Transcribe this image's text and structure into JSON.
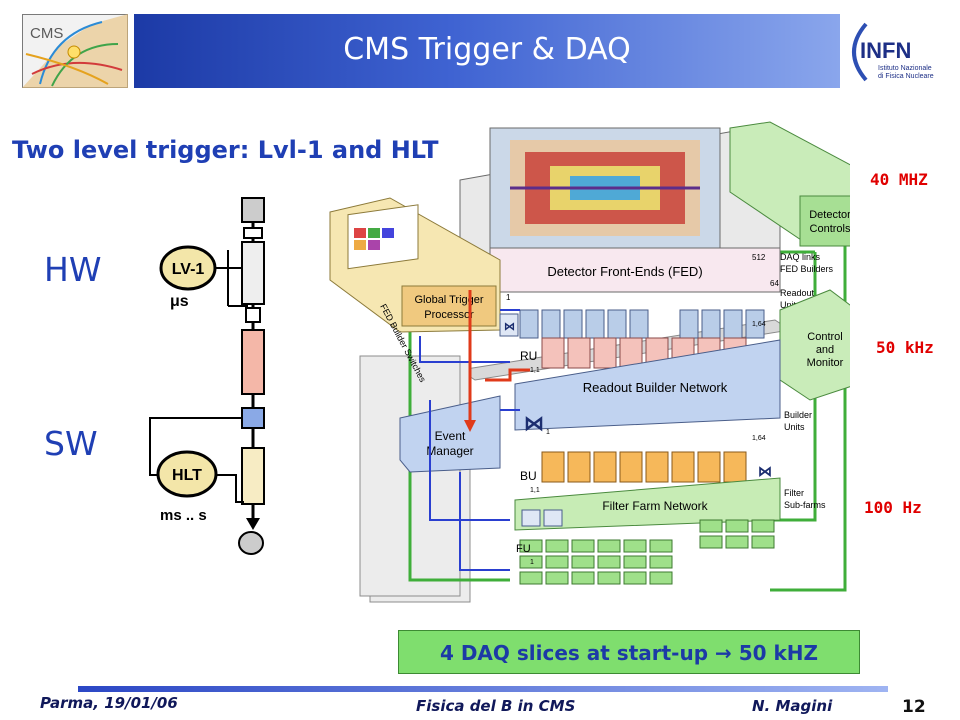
{
  "slide": {
    "title": "CMS Trigger & DAQ",
    "subtitle": "Two level trigger: Lvl-1 and HLT",
    "hw_label": "HW",
    "sw_label": "SW",
    "callout": "4 DAQ slices at start-up  →  50 kHZ"
  },
  "logos": {
    "cms_text": "CMS",
    "infn_text": "INFN",
    "infn_subtitle_1": "Istituto Nazionale",
    "infn_subtitle_2": "di Fisica Nucleare"
  },
  "trigger_chain": {
    "lv1_label": "LV-1",
    "lv1_time": "μs",
    "hlt_label": "HLT",
    "hlt_time": "ms .. s"
  },
  "rates": {
    "rate_40mhz": "40 MHZ",
    "rate_50khz": "50 kHz",
    "rate_100hz": "100 Hz"
  },
  "diagram": {
    "fed": "Detector Front-Ends (FED)",
    "fed_512": "512",
    "fed_64": "64",
    "fed_1": "1",
    "detector_controls_1": "Detector",
    "detector_controls_2": "Controls",
    "global_trigger_1": "Global Trigger",
    "global_trigger_2": "Processor",
    "fed_builder_switches": "FED Builder Switches",
    "daq_links": "DAQ links",
    "fed_builders": "FED Builders",
    "readout_units_1": "Readout",
    "readout_units_2": "Units",
    "ru": "RU",
    "ru_index": "1,1",
    "ru_164": "1,64",
    "control_monitor_1": "Control",
    "control_monitor_2": "and",
    "control_monitor_3": "Monitor",
    "readout_builder_network": "Readout Builder Network",
    "event_manager_1": "Event",
    "event_manager_2": "Manager",
    "builder_units_1": "Builder",
    "builder_units_2": "Units",
    "bu": "BU",
    "bu_index": "1,1",
    "bu_164": "1,64",
    "filter_farm_network": "Filter Farm Network",
    "filter_subfarms_1": "Filter",
    "filter_subfarms_2": "Sub-farms",
    "fu": "FU",
    "index_1": "1",
    "index_1b": "1"
  },
  "footer": {
    "left": "Parma, 19/01/06",
    "center": "Fisica del B in CMS",
    "author": "N. Magini",
    "page": "12"
  },
  "colors": {
    "title_bar_start": "#1c3aa6",
    "title_bar_end": "#8aa6ec",
    "subtitle": "#1f3fb4",
    "rate_red": "#e00000",
    "callout_bg": "#7fde6e"
  }
}
